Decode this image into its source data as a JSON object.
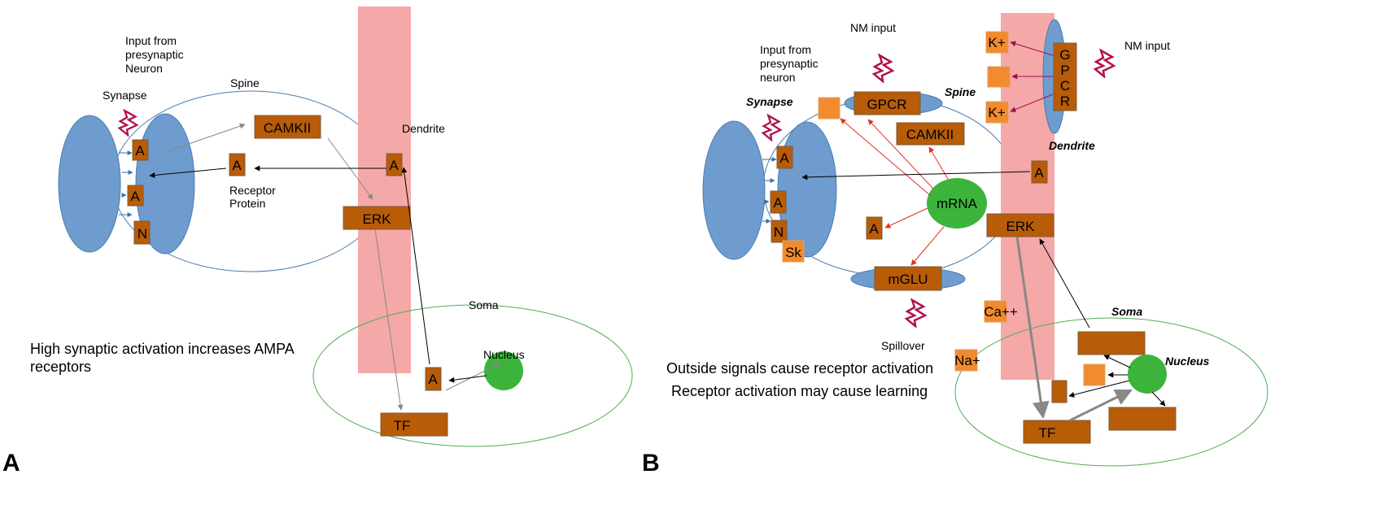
{
  "panel_a": {
    "letter": "A",
    "labels": {
      "input": [
        "Input from",
        "presynaptic",
        "Neuron"
      ],
      "synapse": "Synapse",
      "spine": "Spine",
      "dendrite": "Dendrite",
      "receptor": [
        "Receptor",
        "Protein"
      ],
      "soma": "Soma",
      "nucleus": "Nucleus"
    },
    "boxes": {
      "camkii": "CAMKII",
      "erk": "ERK",
      "tf": "TF",
      "a": "A",
      "n": "N"
    },
    "caption": [
      "High synaptic activation increases AMPA",
      "receptors"
    ]
  },
  "panel_b": {
    "letter": "B",
    "labels": {
      "nm_input_top": "NM input",
      "nm_input_right": "NM input",
      "input": [
        "Input from",
        "presynaptic",
        "neuron"
      ],
      "synapse": "Synapse",
      "spine": "Spine",
      "dendrite": "Dendrite",
      "soma": "Soma",
      "nucleus": "Nucleus",
      "spillover": "Spillover"
    },
    "boxes": {
      "gpcr": "GPCR",
      "gpcr_vertical": [
        "G",
        "P",
        "C",
        "R"
      ],
      "camkii": "CAMKII",
      "mrna": "mRNA",
      "erk": "ERK",
      "mglu": "mGLU",
      "tf": "TF",
      "a": "A",
      "n": "N",
      "sk": "Sk",
      "k_plus": "K+",
      "ca": "Ca++",
      "na": "Na+"
    },
    "caption": [
      "Outside signals cause receptor activation",
      "Receptor activation may cause learning"
    ]
  },
  "colors": {
    "dendrite": "#f5a8a8",
    "box": "#b85c08",
    "orange": "#f28a2e",
    "presynaptic": "#6f9ccf",
    "nucleus": "#3cb43c",
    "soma_outline": "#4caf50",
    "lightning": "#b0124e"
  }
}
